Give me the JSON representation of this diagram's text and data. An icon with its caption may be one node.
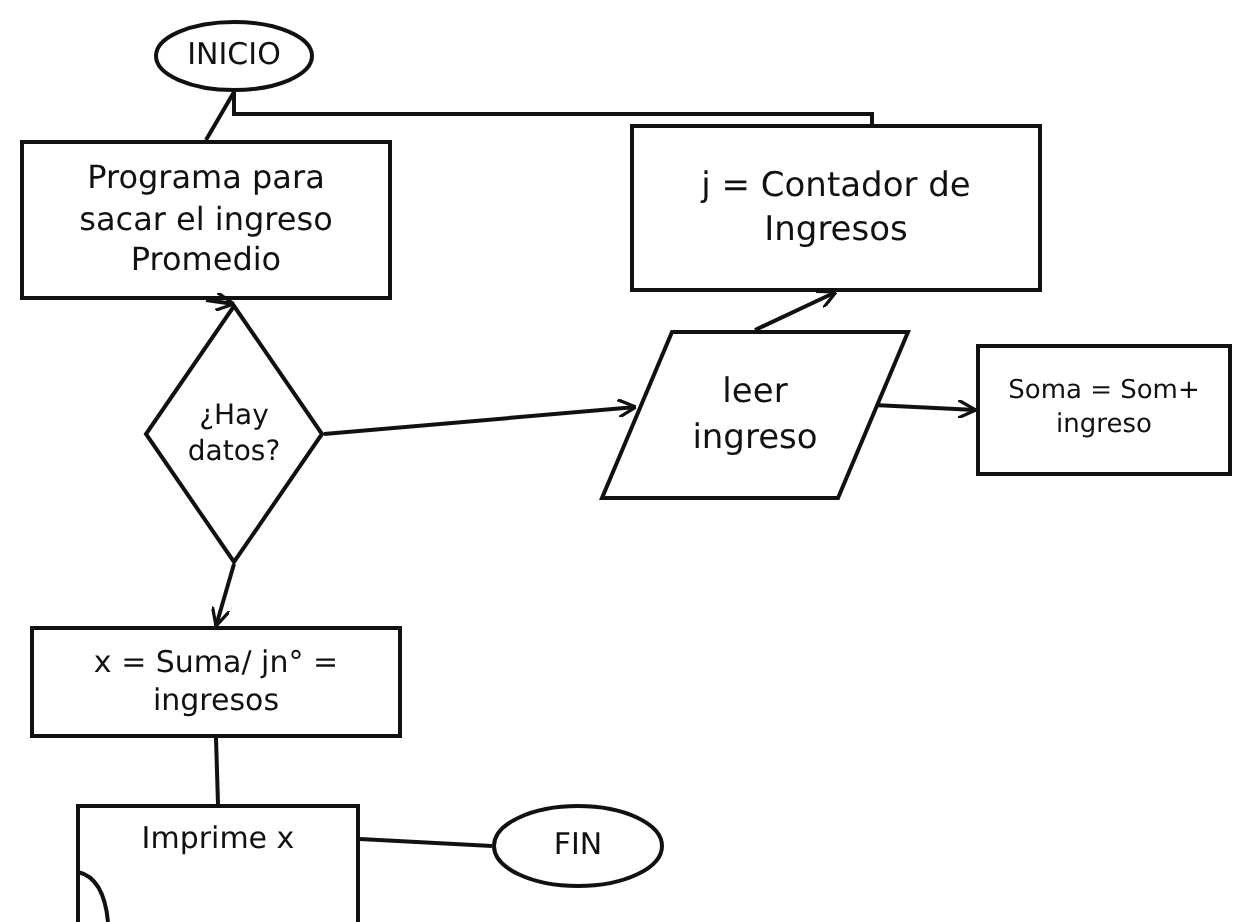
{
  "diagram": {
    "nodes": [
      {
        "text": [
          "INICIO"
        ]
      },
      {
        "text": [
          "Programa para sacar el ingreso Promedio"
        ]
      },
      {
        "text": [
          "¿Hay datos?"
        ]
      },
      {
        "text": [
          "j = Contador de Ingresos"
        ]
      },
      {
        "text": [
          "leer ingreso"
        ]
      },
      {
        "text": [
          "Soma = Som+ ingreso"
        ]
      },
      {
        "text": [
          "x = Suma/ jn° = ingresos"
        ]
      },
      {
        "text": [
          "Imprime x"
        ]
      },
      {
        "text": [
          "FIN"
        ]
      }
    ],
    "edges": [
      {
        "from": 0,
        "to": 1,
        "arrow": "none"
      },
      {
        "from": 0,
        "to": 3,
        "arrow": "none"
      },
      {
        "from": 1,
        "to": 2,
        "arrow": "to"
      },
      {
        "from": 2,
        "to": 4,
        "arrow": "to"
      },
      {
        "from": 4,
        "to": 3,
        "arrow": "to"
      },
      {
        "from": 4,
        "to": 5,
        "arrow": "to"
      },
      {
        "from": 2,
        "to": 6,
        "arrow": "to"
      },
      {
        "from": 6,
        "to": 7,
        "arrow": "none"
      },
      {
        "from": 7,
        "to": 8,
        "arrow": "none"
      }
    ]
  }
}
